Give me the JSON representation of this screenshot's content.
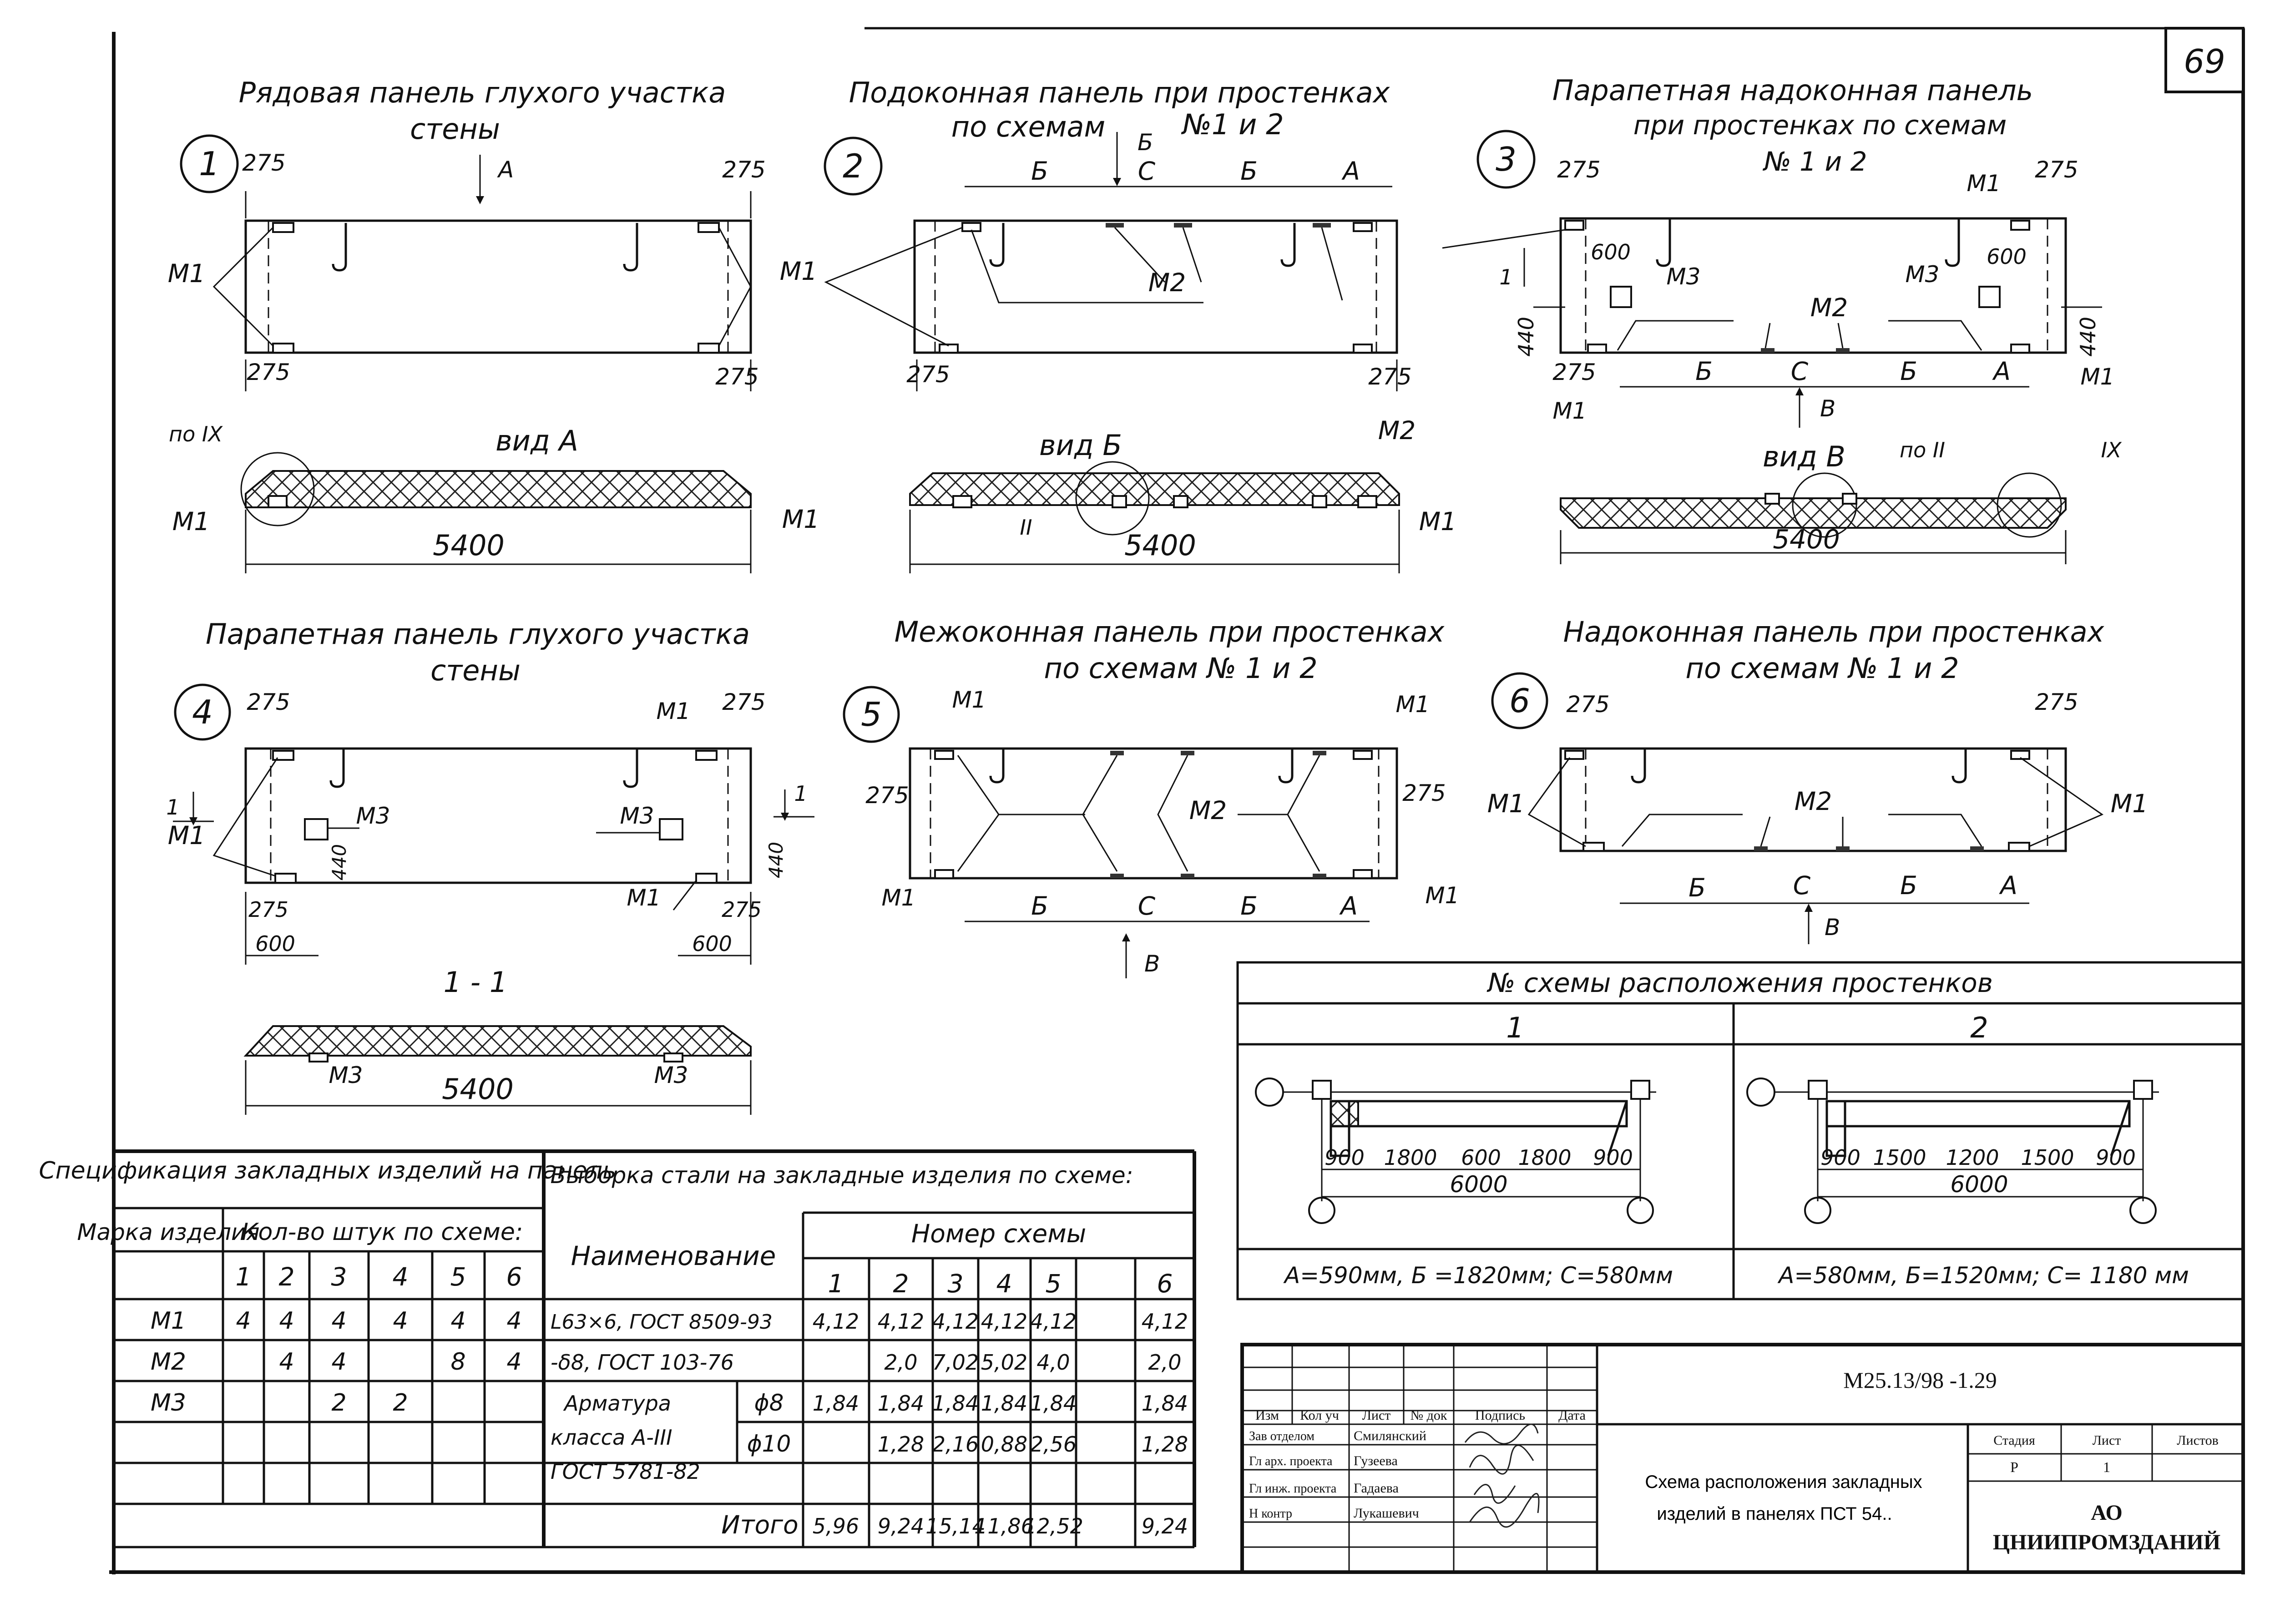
{
  "page_number": "69",
  "diagrams": [
    {
      "num": "1",
      "title1": "Рядовая панель глухого участка",
      "title2": "стены",
      "dims": {
        "top_left": "275",
        "top_right": "275",
        "bot_left": "275",
        "bot_right": "275"
      },
      "labels": {
        "m1": "М1",
        "arrow": "А"
      },
      "view_title": "вид А",
      "view_note": "по IX",
      "view_m1_left": "М1",
      "view_m1_right": "М1",
      "view_length": "5400"
    },
    {
      "num": "2",
      "title1": "Подоконная панель при простенках",
      "title2": "по схемам",
      "title3": "№1 и 2",
      "arrow": "Б",
      "segments": [
        "Б",
        "С",
        "Б",
        "А"
      ],
      "dims": {
        "bot_left": "275",
        "bot_right": "275"
      },
      "labels": {
        "m1": "М1",
        "m2": "М2"
      },
      "view_title": "вид Б",
      "view_m2": "М2",
      "view_note": "II",
      "view_m1": "М1",
      "view_length": "5400"
    },
    {
      "num": "3",
      "title1": "Парапетная надоконная панель",
      "title2": "при простенках по схемам",
      "title3": "№ 1 и 2",
      "dims": {
        "top_left": "275",
        "top_right": "275",
        "mid_left": "600",
        "mid_right": "600",
        "h_left": "440",
        "h_right": "440",
        "bot_left": "275"
      },
      "labels": {
        "m1_top": "М1",
        "m3_left": "М3",
        "m3_right": "М3",
        "m2": "М2",
        "m1_bot": "М1",
        "m1_br": "М1",
        "one": "1"
      },
      "segments": [
        "Б",
        "С",
        "Б",
        "А"
      ],
      "arrow": "В",
      "view_title": "вид В",
      "view_note_ii": "по II",
      "view_note_ix": "IX",
      "view_length": "5400"
    },
    {
      "num": "4",
      "title1": "Парапетная панель глухого участка",
      "title2": "стены",
      "dims": {
        "top_left": "275",
        "top_right": "275",
        "bot_left": "275",
        "bot_left2": "600",
        "bot_right": "275",
        "bot_right2": "600",
        "h_left": "440",
        "h_right": "440"
      },
      "labels": {
        "m1_left": "М1",
        "m1_tr": "М1",
        "m3_left": "М3",
        "m3_right": "М3",
        "m1_br": "М1",
        "one": "1"
      },
      "section_title": "1 - 1",
      "section_m3_left": "М3",
      "section_m3_right": "М3",
      "section_length": "5400"
    },
    {
      "num": "5",
      "title1": "Межоконная панель при простенках",
      "title2": "по схемам № 1 и 2",
      "dims": {
        "left": "275",
        "right": "275"
      },
      "labels": {
        "m1_tl": "М1",
        "m1_tr": "М1",
        "m2": "М2",
        "m1_bl": "М1",
        "m1_br": "М1"
      },
      "segments": [
        "Б",
        "С",
        "Б",
        "А"
      ],
      "arrow": "В"
    },
    {
      "num": "6",
      "title1": "Надоконная панель при простенках",
      "title2": "по схемам № 1 и 2",
      "dims": {
        "top_left": "275",
        "top_right": "275"
      },
      "labels": {
        "m1_left": "М1",
        "m2": "М2",
        "m1_right": "М1"
      },
      "segments": [
        "Б",
        "С",
        "Б",
        "А"
      ],
      "arrow": "В"
    }
  ],
  "schemes_table": {
    "title": "№ схемы расположения простенков",
    "schemes": [
      {
        "num": "1",
        "dims": [
          "900",
          "1800",
          "600",
          "1800",
          "900"
        ],
        "total": "6000",
        "caption": "А=590мм, Б =1820мм; С=580мм"
      },
      {
        "num": "2",
        "dims": [
          "900",
          "1500",
          "1200",
          "1500",
          "900"
        ],
        "total": "6000",
        "caption": "А=580мм, Б=1520мм; С= 1180 мм"
      }
    ]
  },
  "spec_table": {
    "title": "Спецификация закладных изделий на панель",
    "col_mark": "Марка изделия",
    "col_qty": "Кол-во штук по схеме:",
    "schemes": [
      "1",
      "2",
      "3",
      "4",
      "5",
      "6"
    ],
    "rows": [
      {
        "mark": "М1",
        "qty": [
          "4",
          "4",
          "4",
          "4",
          "4",
          "4"
        ]
      },
      {
        "mark": "М2",
        "qty": [
          "",
          "4",
          "4",
          "",
          "8",
          "4"
        ]
      },
      {
        "mark": "М3",
        "qty": [
          "",
          "",
          "2",
          "2",
          "",
          ""
        ]
      },
      {
        "mark": "",
        "qty": [
          "",
          "",
          "",
          "",
          "",
          ""
        ]
      }
    ]
  },
  "steel_table": {
    "title": "Выборка стали на закладные изделия по схеме:",
    "col_name": "Наименование",
    "col_scheme": "Номер схемы",
    "schemes": [
      "1",
      "2",
      "3",
      "4",
      "5",
      "6"
    ],
    "rows": [
      {
        "name": "L63×6, ГОСТ 8509-93",
        "vals": [
          "4,12",
          "4,12",
          "4,12",
          "4,12",
          "4,12",
          "4,12"
        ]
      },
      {
        "name": "-δ8, ГОСТ 103-76",
        "vals": [
          "",
          "2,0",
          "7,02",
          "5,02",
          "4,0",
          "2,0"
        ]
      }
    ],
    "rebar": {
      "name": "Арматура класса А-III, ГОСТ 5781-82",
      "name_l1": "Арматура",
      "name_l2": "класса А-III",
      "name_l3": "ГОСТ 5781-82",
      "d8": "ϕ8",
      "d8_vals": [
        "1,84",
        "1,84",
        "1,84",
        "1,84",
        "1,84",
        "1,84"
      ],
      "d10": "ϕ10",
      "d10_vals": [
        "",
        "1,28",
        "2,16",
        "0,88",
        "2,56",
        "1,28"
      ]
    },
    "total_label": "Итого",
    "total_vals": [
      "5,96",
      "9,24",
      "15,14",
      "11,86",
      "12,52",
      "9,24"
    ]
  },
  "title_block": {
    "code": "М25.13/98 -1.29",
    "headers": [
      "Изм",
      "Кол уч",
      "Лист",
      "№ док",
      "Подпись",
      "Дата"
    ],
    "people": [
      {
        "role": "Зав отделом",
        "name": "Смилянский"
      },
      {
        "role": "Гл арх. проекта",
        "name": "Гузеева"
      },
      {
        "role": "Гл инж. проекта",
        "name": "Гадаева"
      },
      {
        "role": "Н контр",
        "name": "Лукашевич"
      }
    ],
    "description": "Схема расположения закладных изделий в панелях ПСТ 54..",
    "description_l1": "Схема расположения закладных",
    "description_l2": "изделий в панелях ПСТ 54..",
    "stage_label": "Стадия",
    "sheet_label": "Лист",
    "sheets_label": "Листов",
    "stage": "Р",
    "sheet": "1",
    "sheets": "",
    "org1": "АО",
    "org2": "ЦНИИПРОМЗДАНИЙ"
  }
}
